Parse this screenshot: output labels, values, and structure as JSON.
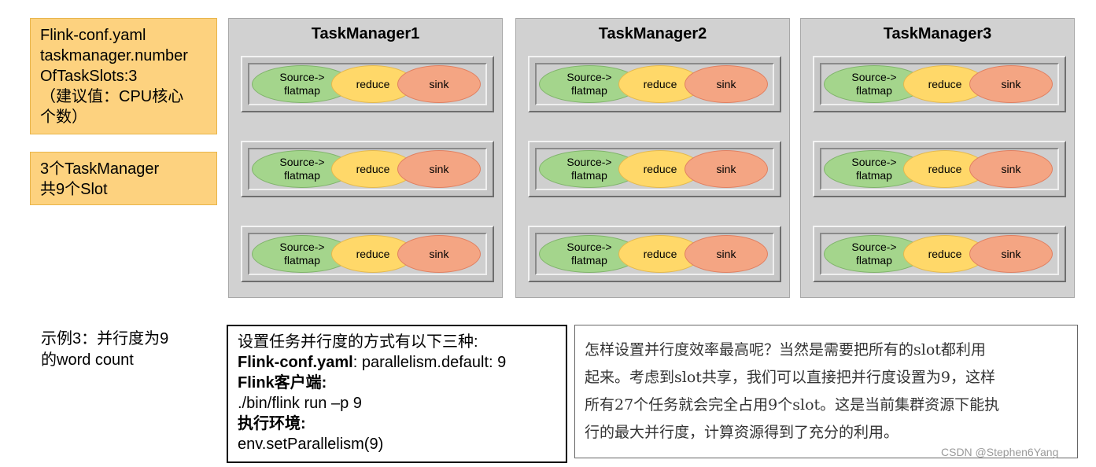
{
  "config_note": {
    "lines": [
      "Flink-conf.yaml",
      "taskmanager.number",
      "OfTaskSlots:3",
      "（建议值：CPU核心",
      "个数）"
    ]
  },
  "summary_note": {
    "lines": [
      "3个TaskManager",
      "共9个Slot"
    ]
  },
  "task_managers": [
    {
      "title": "TaskManager1"
    },
    {
      "title": "TaskManager2"
    },
    {
      "title": "TaskManager3"
    }
  ],
  "slot_tasks": {
    "source": "Source->\nflatmap",
    "reduce": "reduce",
    "sink": "sink"
  },
  "example_caption": {
    "lines": [
      "示例3：并行度为9",
      "的word count"
    ]
  },
  "methods_box": {
    "heading": "设置任务并行度的方式有以下三种:",
    "item1_label": "Flink-conf.yaml",
    "item1_value": ":  parallelism.default: 9",
    "item2_label": "Flink客户端:",
    "item2_value": "./bin/flink run –p 9",
    "item3_label": "执行环境:",
    "item3_value": "env.setParallelism(9)"
  },
  "explanation_box": {
    "lines": [
      "怎样设置并行度效率最高呢？当然是需要把所有的slot都利用",
      "起来。考虑到slot共享，我们可以直接把并行度设置为9，这样",
      "所有27个任务就会完全占用9个slot。这是当前集群资源下能执",
      "行的最大并行度，计算资源得到了充分的利用。"
    ]
  },
  "watermark": "CSDN @Stephen6Yang",
  "colors": {
    "orange_box": "#fdd27f",
    "taskmanager_bg": "#d1d1d1",
    "source_task": "#a4d58c",
    "reduce_task": "#ffd869",
    "sink_task": "#f4a583"
  }
}
